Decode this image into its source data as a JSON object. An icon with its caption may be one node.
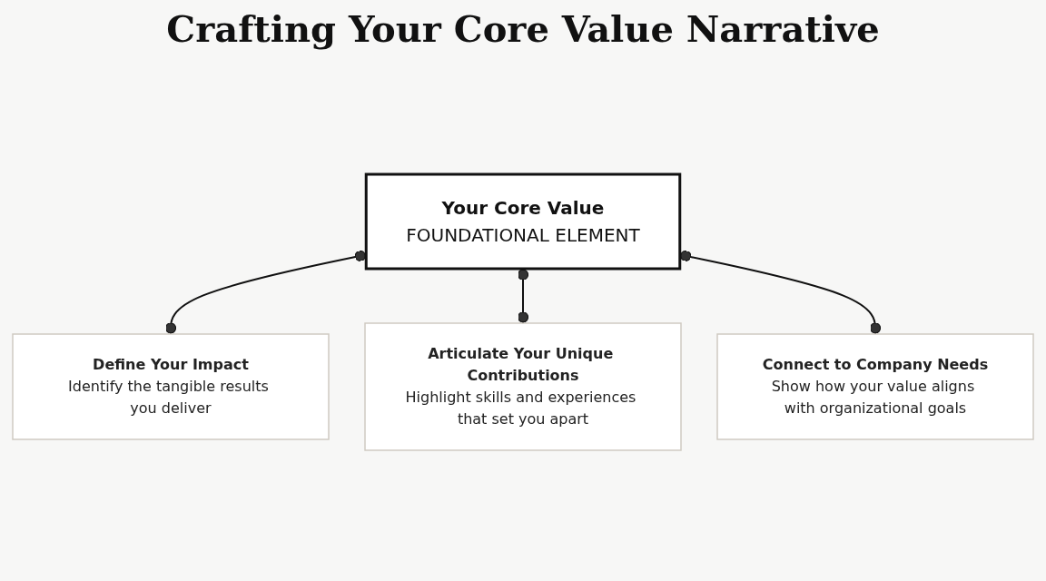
{
  "diagram": {
    "title": "Crafting Your Core Value Narrative",
    "nodes": [
      {
        "text": [
          "Your Core Value",
          "FOUNDATIONAL ELEMENT"
        ]
      },
      {
        "text": [
          "Define Your Impact",
          "Identify the tangible results you deliver"
        ]
      },
      {
        "text": [
          "Articulate Your Unique Contributions",
          "Highlight skills and experiences that set you apart"
        ]
      },
      {
        "text": [
          "Connect to Company Needs",
          "Show how your value aligns with organizational goals"
        ]
      }
    ],
    "edges": [
      {
        "from": 0,
        "to": 1,
        "arrow": "other"
      },
      {
        "from": 0,
        "to": 2,
        "arrow": "other"
      },
      {
        "from": 0,
        "to": 3,
        "arrow": "other"
      }
    ]
  }
}
